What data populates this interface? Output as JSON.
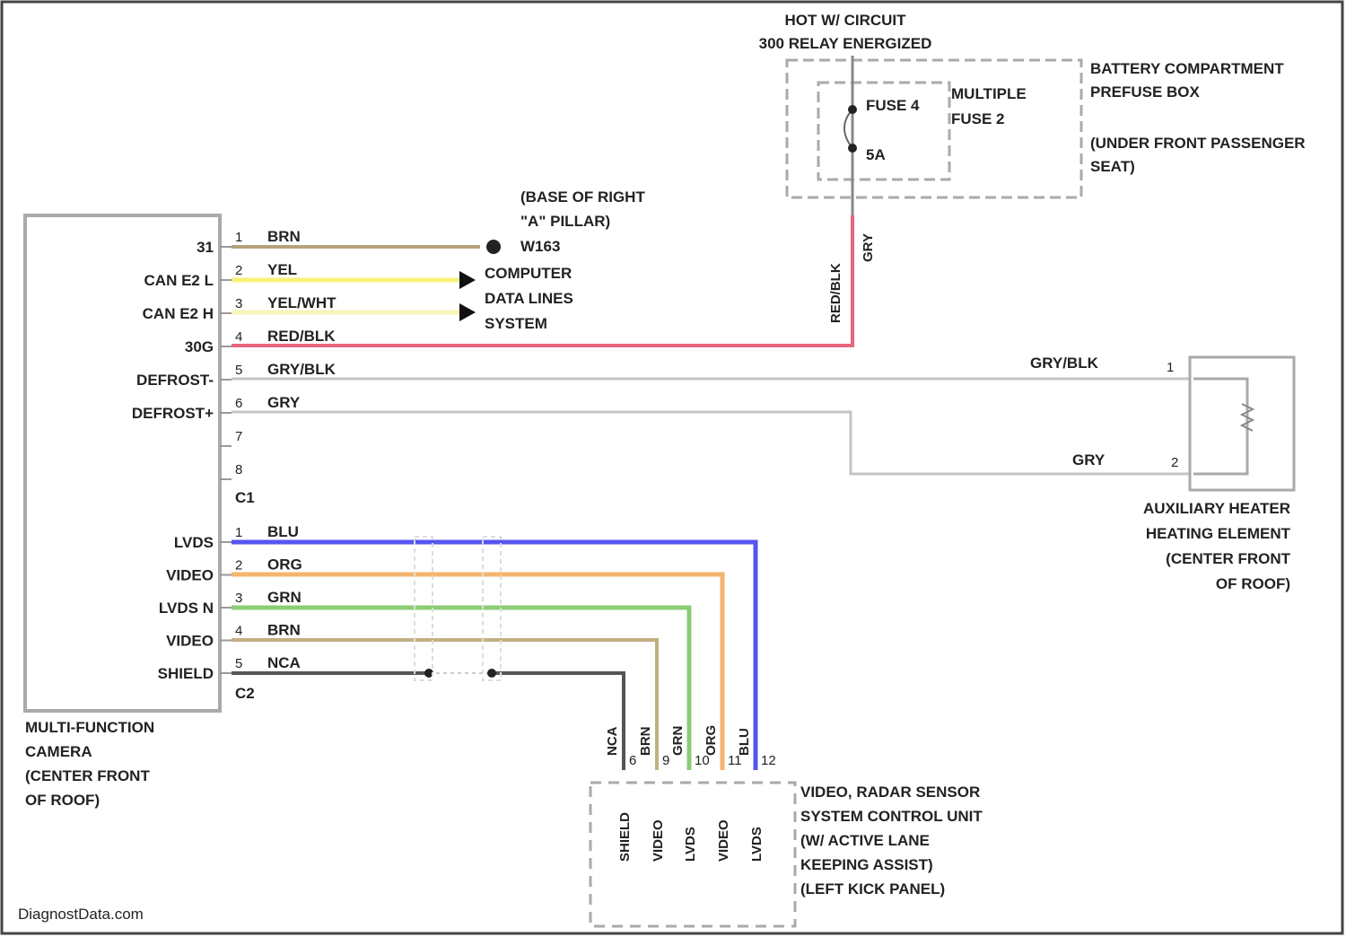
{
  "hot_circuit": {
    "line1": "HOT W/ CIRCUIT",
    "line2": "300 RELAY ENERGIZED"
  },
  "prefuse_box": {
    "line1": "BATTERY COMPARTMENT",
    "line2": "PREFUSE BOX",
    "line3": "(UNDER FRONT PASSENGER",
    "line4": "SEAT)"
  },
  "fuse": {
    "name": "FUSE 4",
    "rating": "5A",
    "multi1": "MULTIPLE",
    "multi2": "FUSE 2"
  },
  "fuse_wire": {
    "color_main": "RED/BLK",
    "color_alt": "GRY"
  },
  "ground_point": {
    "line1": "(BASE OF RIGHT",
    "line2": "\"A\" PILLAR)",
    "line3": "W163"
  },
  "computer_lines": {
    "line1": "COMPUTER",
    "line2": "DATA LINES",
    "line3": "SYSTEM"
  },
  "camera": {
    "label": [
      "MULTI-FUNCTION",
      "CAMERA",
      "(CENTER FRONT",
      "OF ROOF)"
    ]
  },
  "connector_c1": {
    "name": "C1",
    "pins": [
      {
        "num": "1",
        "name": "31",
        "color": "BRN",
        "hex": "#b5a27a"
      },
      {
        "num": "2",
        "name": "CAN E2 L",
        "color": "YEL",
        "hex": "#f5f27a"
      },
      {
        "num": "3",
        "name": "CAN E2 H",
        "color": "YEL/WHT",
        "hex": "#f7f5b8"
      },
      {
        "num": "4",
        "name": "30G",
        "color": "RED/BLK",
        "hex": "#e8657a"
      },
      {
        "num": "5",
        "name": "DEFROST-",
        "color": "GRY/BLK",
        "hex": "#c4c4c4"
      },
      {
        "num": "6",
        "name": "DEFROST+",
        "color": "GRY",
        "hex": "#c4c4c4"
      },
      {
        "num": "7",
        "name": "",
        "color": "",
        "hex": ""
      },
      {
        "num": "8",
        "name": "",
        "color": "",
        "hex": ""
      }
    ]
  },
  "connector_c2": {
    "name": "C2",
    "pins": [
      {
        "num": "1",
        "name": "LVDS",
        "color": "BLU",
        "hex": "#5555ee"
      },
      {
        "num": "2",
        "name": "VIDEO",
        "color": "ORG",
        "hex": "#f6b46c"
      },
      {
        "num": "3",
        "name": "LVDS N",
        "color": "GRN",
        "hex": "#8ccc74"
      },
      {
        "num": "4",
        "name": "VIDEO",
        "color": "BRN",
        "hex": "#c2b083"
      },
      {
        "num": "5",
        "name": "SHIELD",
        "color": "NCA",
        "hex": "#555555"
      }
    ]
  },
  "heater": {
    "label": [
      "AUXILIARY HEATER",
      "HEATING ELEMENT",
      "(CENTER FRONT",
      "OF ROOF)"
    ],
    "pin1": "1",
    "pin2": "2",
    "wire1": "GRY/BLK",
    "wire2": "GRY"
  },
  "vradar": {
    "label": [
      "VIDEO, RADAR SENSOR",
      "SYSTEM CONTROL UNIT",
      "(W/ ACTIVE LANE",
      "KEEPING ASSIST)",
      "(LEFT KICK PANEL)"
    ],
    "pins": [
      {
        "name": "SHIELD",
        "color": "NCA",
        "num": "6"
      },
      {
        "name": "VIDEO",
        "color": "BRN",
        "num": "9"
      },
      {
        "name": "LVDS",
        "color": "GRN",
        "num": "10"
      },
      {
        "name": "VIDEO",
        "color": "ORG",
        "num": "11"
      },
      {
        "name": "LVDS",
        "color": "BLU",
        "num": "12"
      }
    ]
  },
  "watermark": "DiagnostData.com"
}
